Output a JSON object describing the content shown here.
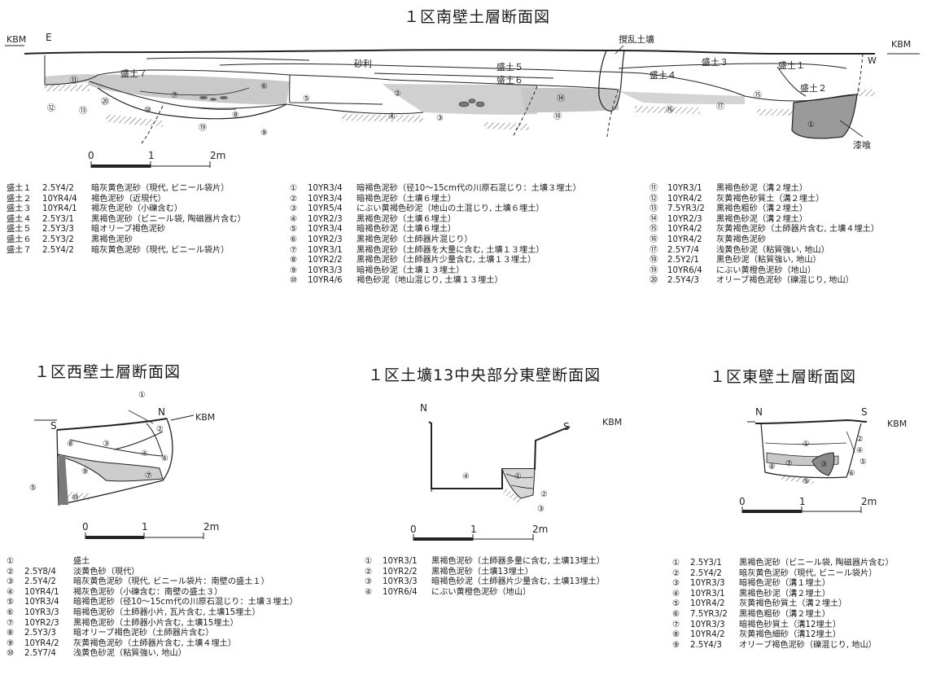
{
  "main": {
    "title": "１区南壁土層断面図",
    "labels": {
      "kbm_left": "KBM",
      "e": "E",
      "kbm_right": "KBM",
      "w": "W",
      "disturbed_pit": "撹乱土壙",
      "plaster": "漆喰",
      "gravel": "砂利",
      "fill1": "盛土１",
      "fill2": "盛土２",
      "fill3": "盛土３",
      "fill4": "盛土４",
      "fill5": "盛土５",
      "fill6": "盛土６",
      "fill7": "盛土７"
    },
    "circled": [
      "①",
      "②",
      "③",
      "④",
      "⑤",
      "⑥",
      "⑦",
      "⑧",
      "⑨",
      "⑩",
      "⑪",
      "⑫",
      "⑬",
      "⑭",
      "⑮",
      "⑯",
      "⑰",
      "⑱",
      "⑲",
      "⑳"
    ],
    "scale": {
      "a": "0",
      "b": "1",
      "c": "2m"
    },
    "legend_fill": [
      {
        "n": "盛土１",
        "c": "2.5Y4/2",
        "d": "暗灰黄色泥砂（現代, ビニール袋片）"
      },
      {
        "n": "盛土２",
        "c": "10YR4/4",
        "d": "褐色泥砂（近現代）"
      },
      {
        "n": "盛土３",
        "c": "10YR4/1",
        "d": "褐灰色泥砂（小礫含む）"
      },
      {
        "n": "盛土４",
        "c": "2.5Y3/1",
        "d": "黒褐色泥砂（ビニール袋, 陶磁器片含む）"
      },
      {
        "n": "盛土５",
        "c": "2.5Y3/3",
        "d": "暗オリーブ褐色泥砂"
      },
      {
        "n": "盛土６",
        "c": "2.5Y3/2",
        "d": "黒褐色泥砂"
      },
      {
        "n": "盛土７",
        "c": "2.5Y4/2",
        "d": "暗灰黄色泥砂（現代, ビニール袋片）"
      }
    ],
    "legend_a": [
      {
        "n": "①",
        "c": "10YR3/4",
        "d": "暗褐色泥砂（径10～15cm代の川原石混じり：土壙３埋土）"
      },
      {
        "n": "②",
        "c": "10YR3/4",
        "d": "暗褐色泥砂（土壙６埋土）"
      },
      {
        "n": "③",
        "c": "10YR5/4",
        "d": "にぶい黄褐色砂泥（地山の土混じり, 土壙６埋土）"
      },
      {
        "n": "④",
        "c": "10YR2/3",
        "d": "黒褐色泥砂（土壙６埋土）"
      },
      {
        "n": "⑤",
        "c": "10YR3/4",
        "d": "暗褐色砂泥（土壙６埋土）"
      },
      {
        "n": "⑥",
        "c": "10YR2/3",
        "d": "黒褐色泥砂（土師器片混じり）"
      },
      {
        "n": "⑦",
        "c": "10YR3/1",
        "d": "黒褐色泥砂（土師器を大量に含む, 土壙１３埋土）"
      },
      {
        "n": "⑧",
        "c": "10YR2/2",
        "d": "黒褐色泥砂（土師器片少量含む, 土壙１３埋土）"
      },
      {
        "n": "⑨",
        "c": "10YR3/3",
        "d": "暗褐色砂泥（土壙１３埋土）"
      },
      {
        "n": "⑩",
        "c": "10YR4/6",
        "d": "褐色砂泥（地山混じり, 土壙１３埋土）"
      }
    ],
    "legend_b": [
      {
        "n": "⑪",
        "c": "10YR3/1",
        "d": "黒褐色砂泥（溝２埋土）"
      },
      {
        "n": "⑫",
        "c": "10YR4/2",
        "d": "灰黄褐色砂質土（溝２埋土）"
      },
      {
        "n": "⑬",
        "c": "7.5YR3/2",
        "d": "黒褐色粗砂（溝２埋土）"
      },
      {
        "n": "⑭",
        "c": "10YR2/3",
        "d": "黒褐色砂泥（溝２埋土）"
      },
      {
        "n": "⑮",
        "c": "10YR4/2",
        "d": "灰黄褐色泥砂（土師器片含む, 土壙４埋土）"
      },
      {
        "n": "⑯",
        "c": "10YR4/2",
        "d": "灰黄褐色泥砂"
      },
      {
        "n": "⑰",
        "c": "2.5Y7/4",
        "d": "浅黄色砂泥（粘質強い, 地山）"
      },
      {
        "n": "⑱",
        "c": "2.5Y2/1",
        "d": "黒色砂泥（粘質強い, 地山）"
      },
      {
        "n": "⑲",
        "c": "10YR6/4",
        "d": "にぶい黄橙色泥砂（地山）"
      },
      {
        "n": "⑳",
        "c": "2.5Y4/3",
        "d": "オリーブ褐色泥砂（礫混じり, 地山）"
      }
    ]
  },
  "west": {
    "title": "１区西壁土層断面図",
    "labels": {
      "n": "N",
      "s": "S",
      "kbm": "KBM"
    },
    "scale": {
      "a": "0",
      "b": "1",
      "c": "2m"
    },
    "legend": [
      {
        "n": "①",
        "c": "",
        "d": "盛土"
      },
      {
        "n": "②",
        "c": "2.5Y8/4",
        "d": "淡黄色砂（現代）"
      },
      {
        "n": "③",
        "c": "2.5Y4/2",
        "d": "暗灰黄色泥砂（現代, ビニール袋片：南壁の盛土１）"
      },
      {
        "n": "④",
        "c": "10YR4/1",
        "d": "褐灰色泥砂（小礫含む：南壁の盛土３）"
      },
      {
        "n": "⑤",
        "c": "10YR3/4",
        "d": "暗褐色泥砂（径10～15cm代の川原石混じり：土壙３埋土）"
      },
      {
        "n": "⑥",
        "c": "10YR3/3",
        "d": "暗褐色泥砂（土師器小片, 瓦片含む, 土壙15埋土）"
      },
      {
        "n": "⑦",
        "c": "10YR2/3",
        "d": "黒褐色泥砂（土師器小片含む, 土壙15埋土）"
      },
      {
        "n": "⑧",
        "c": "2.5Y3/3",
        "d": "暗オリーブ褐色泥砂（土師器片含む）"
      },
      {
        "n": "⑨",
        "c": "10YR4/2",
        "d": "灰黄褐色泥砂（土師器片含む, 土壙４埋土）"
      },
      {
        "n": "⑩",
        "c": "2.5Y7/4",
        "d": "浅黄色砂泥（粘質強い, 地山）"
      }
    ]
  },
  "pit": {
    "title": "１区土壙13中央部分東壁断面図",
    "labels": {
      "n": "N",
      "s": "S",
      "kbm": "KBM"
    },
    "scale": {
      "a": "0",
      "b": "1",
      "c": "2m"
    },
    "legend": [
      {
        "n": "①",
        "c": "10YR3/1",
        "d": "黒褐色泥砂（土師器多量に含む, 土壙13埋土）"
      },
      {
        "n": "②",
        "c": "10YR2/2",
        "d": "黒褐色泥砂（土壙13埋土）"
      },
      {
        "n": "③",
        "c": "10YR3/3",
        "d": "暗褐色砂泥（土師器片少量含む, 土壙13埋土）"
      },
      {
        "n": "④",
        "c": "10YR6/4",
        "d": "にぶい黄橙色泥砂（地山）"
      }
    ]
  },
  "east": {
    "title": "１区東壁土層断面図",
    "labels": {
      "n": "N",
      "s": "S",
      "kbm": "KBM"
    },
    "scale": {
      "a": "0",
      "b": "1",
      "c": "2m"
    },
    "legend": [
      {
        "n": "①",
        "c": "2.5Y3/1",
        "d": "黒褐色泥砂（ビニール袋, 陶磁器片含む）"
      },
      {
        "n": "②",
        "c": "2.5Y4/2",
        "d": "暗灰黄色泥砂（現代, ビニール袋片）"
      },
      {
        "n": "③",
        "c": "10YR3/3",
        "d": "暗褐色泥砂（溝１埋土）"
      },
      {
        "n": "④",
        "c": "10YR3/1",
        "d": "黒褐色砂泥（溝２埋土）"
      },
      {
        "n": "⑤",
        "c": "10YR4/2",
        "d": "灰黄褐色砂質土（溝２埋土）"
      },
      {
        "n": "⑥",
        "c": "7.5YR3/2",
        "d": "黒褐色粗砂（溝２埋土）"
      },
      {
        "n": "⑦",
        "c": "10YR3/3",
        "d": "暗褐色砂質土（溝12埋土）"
      },
      {
        "n": "⑧",
        "c": "10YR4/2",
        "d": "灰黄褐色細砂（溝12埋土）"
      },
      {
        "n": "⑨",
        "c": "2.5Y4/3",
        "d": "オリーブ褐色泥砂（礫混じり, 地山）"
      }
    ]
  }
}
